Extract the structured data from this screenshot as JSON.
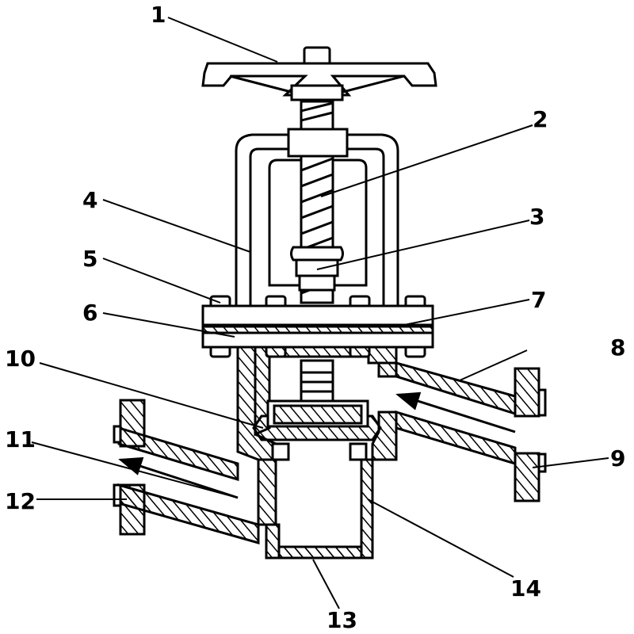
{
  "labels": {
    "l1": "1",
    "l2": "2",
    "l3": "3",
    "l4": "4",
    "l5": "5",
    "l6": "6",
    "l7": "7",
    "l8": "8",
    "l9": "9",
    "l10": "10",
    "l11": "11",
    "l12": "12",
    "l13": "13",
    "l14": "14"
  },
  "colors": {
    "line": "#000000",
    "background": "#ffffff",
    "hatch_fill": "#ffffff"
  }
}
